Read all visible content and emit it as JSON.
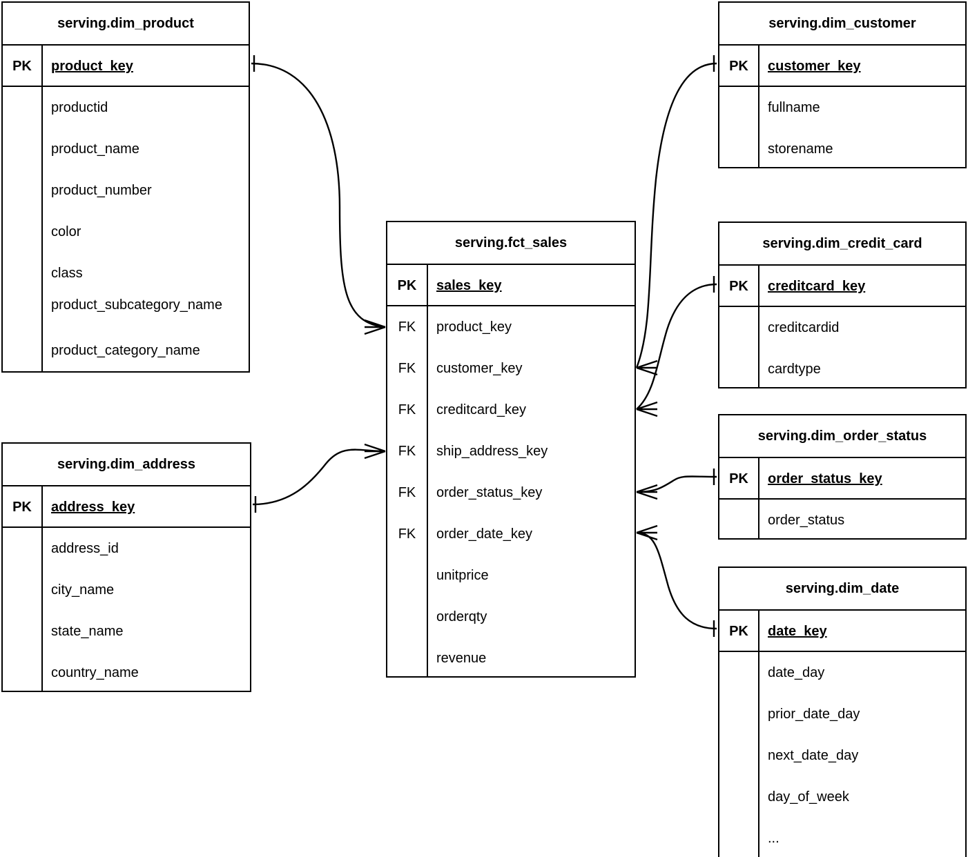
{
  "diagram": {
    "title": "Dimensional model ER diagram",
    "notation": "crow's foot",
    "stroke_color": "#000000",
    "background_color": "#ffffff"
  },
  "entities": [
    {
      "id": "dim_product",
      "name": "serving.dim_product",
      "primary_key": {
        "key_label": "PK",
        "name": "product_key"
      },
      "attributes": [
        {
          "key_label": "",
          "name": "productid"
        },
        {
          "key_label": "",
          "name": "product_name"
        },
        {
          "key_label": "",
          "name": "product_number"
        },
        {
          "key_label": "",
          "name": "color"
        },
        {
          "key_label": "",
          "name": "class"
        },
        {
          "key_label": "",
          "name": "product_subcategory_name"
        },
        {
          "key_label": "",
          "name": "product_category_name"
        }
      ]
    },
    {
      "id": "dim_address",
      "name": "serving.dim_address",
      "primary_key": {
        "key_label": "PK",
        "name": "address_key"
      },
      "attributes": [
        {
          "key_label": "",
          "name": "address_id"
        },
        {
          "key_label": "",
          "name": "city_name"
        },
        {
          "key_label": "",
          "name": "state_name"
        },
        {
          "key_label": "",
          "name": "country_name"
        }
      ]
    },
    {
      "id": "fct_sales",
      "name": "serving.fct_sales",
      "primary_key": {
        "key_label": "PK",
        "name": "sales_key"
      },
      "attributes": [
        {
          "key_label": "FK",
          "name": "product_key"
        },
        {
          "key_label": "FK",
          "name": "customer_key"
        },
        {
          "key_label": "FK",
          "name": "creditcard_key"
        },
        {
          "key_label": "FK",
          "name": "ship_address_key"
        },
        {
          "key_label": "FK",
          "name": "order_status_key"
        },
        {
          "key_label": "FK",
          "name": "order_date_key"
        },
        {
          "key_label": "",
          "name": "unitprice"
        },
        {
          "key_label": "",
          "name": "orderqty"
        },
        {
          "key_label": "",
          "name": "revenue"
        }
      ]
    },
    {
      "id": "dim_customer",
      "name": "serving.dim_customer",
      "primary_key": {
        "key_label": "PK",
        "name": "customer_key"
      },
      "attributes": [
        {
          "key_label": "",
          "name": "fullname"
        },
        {
          "key_label": "",
          "name": "storename"
        }
      ]
    },
    {
      "id": "dim_credit_card",
      "name": "serving.dim_credit_card",
      "primary_key": {
        "key_label": "PK",
        "name": "creditcard_key"
      },
      "attributes": [
        {
          "key_label": "",
          "name": "creditcardid"
        },
        {
          "key_label": "",
          "name": "cardtype"
        }
      ]
    },
    {
      "id": "dim_order_status",
      "name": "serving.dim_order_status",
      "primary_key": {
        "key_label": "PK",
        "name": "order_status_key"
      },
      "attributes": [
        {
          "key_label": "",
          "name": "order_status"
        }
      ]
    },
    {
      "id": "dim_date",
      "name": "serving.dim_date",
      "primary_key": {
        "key_label": "PK",
        "name": "date_key"
      },
      "attributes": [
        {
          "key_label": "",
          "name": "date_day"
        },
        {
          "key_label": "",
          "name": "prior_date_day"
        },
        {
          "key_label": "",
          "name": "next_date_day"
        },
        {
          "key_label": "",
          "name": "day_of_week"
        },
        {
          "key_label": "",
          "name": "..."
        }
      ]
    }
  ],
  "relationships": [
    {
      "from": "dim_product",
      "from_field": "product_key",
      "to": "fct_sales",
      "to_field": "product_key",
      "from_cardinality": "one",
      "to_cardinality": "many"
    },
    {
      "from": "dim_address",
      "from_field": "address_key",
      "to": "fct_sales",
      "to_field": "ship_address_key",
      "from_cardinality": "one",
      "to_cardinality": "many"
    },
    {
      "from": "dim_customer",
      "from_field": "customer_key",
      "to": "fct_sales",
      "to_field": "customer_key",
      "from_cardinality": "one",
      "to_cardinality": "many"
    },
    {
      "from": "dim_credit_card",
      "from_field": "creditcard_key",
      "to": "fct_sales",
      "to_field": "creditcard_key",
      "from_cardinality": "one",
      "to_cardinality": "many"
    },
    {
      "from": "dim_order_status",
      "from_field": "order_status_key",
      "to": "fct_sales",
      "to_field": "order_status_key",
      "from_cardinality": "one",
      "to_cardinality": "many"
    },
    {
      "from": "dim_date",
      "from_field": "date_key",
      "to": "fct_sales",
      "to_field": "order_date_key",
      "from_cardinality": "one",
      "to_cardinality": "many"
    }
  ]
}
